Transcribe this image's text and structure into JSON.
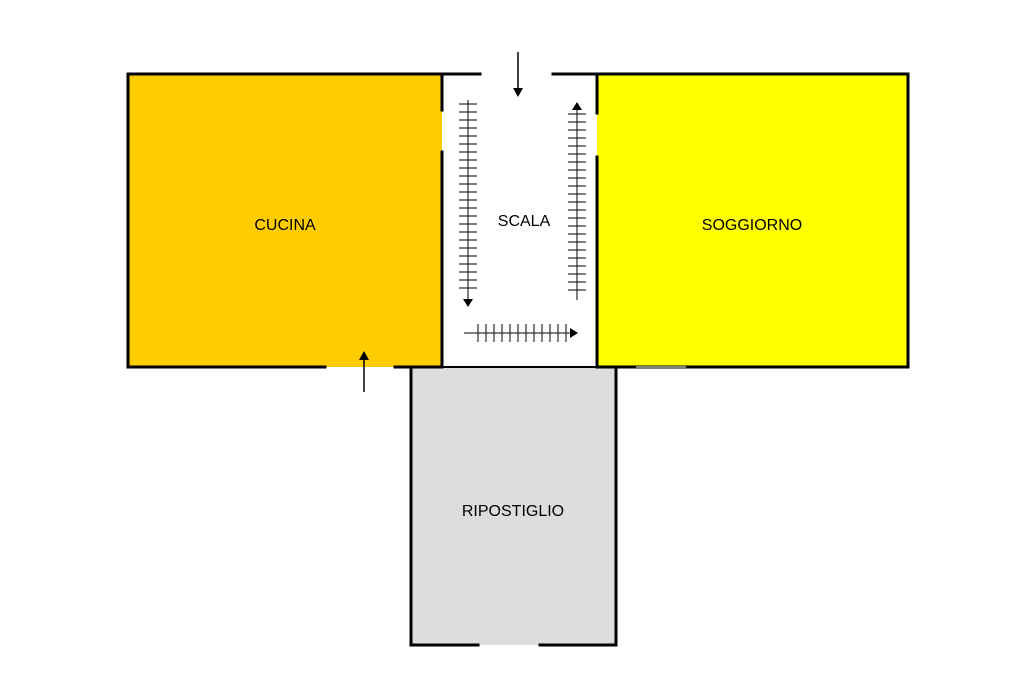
{
  "rooms": {
    "cucina": {
      "label": "CUCINA",
      "color": "#ffcc00"
    },
    "scala": {
      "label": "SCALA",
      "color": "#ffffff"
    },
    "soggiorno": {
      "label": "SOGGIORNO",
      "color": "#ffff00"
    },
    "ripostiglio": {
      "label": "RIPOSTIGLIO",
      "color": "#dddddd"
    }
  },
  "colors": {
    "wall": "#000000"
  }
}
